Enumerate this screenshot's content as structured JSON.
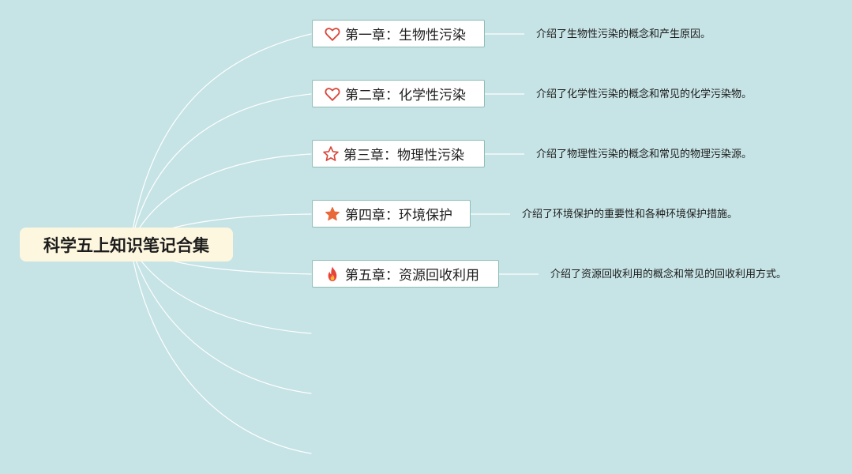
{
  "root": {
    "title": "科学五上知识笔记合集"
  },
  "chapters": [
    {
      "icon": "heart-outline-icon",
      "label": "第一章：生物性污染",
      "description": "介绍了生物性污染的概念和产生原因。"
    },
    {
      "icon": "heart-outline-icon",
      "label": "第二章：化学性污染",
      "description": "介绍了化学性污染的概念和常见的化学污染物。"
    },
    {
      "icon": "star-outline-icon",
      "label": "第三章：物理性污染",
      "description": "介绍了物理性污染的概念和常见的物理污染源。"
    },
    {
      "icon": "star-filled-icon",
      "label": "第四章：环境保护",
      "description": "介绍了环境保护的重要性和各种环境保护措施。"
    },
    {
      "icon": "fire-icon",
      "label": "第五章：资源回收利用",
      "description": "介绍了资源回收利用的概念和常见的回收利用方式。"
    }
  ],
  "colors": {
    "background": "#c6e3e5",
    "root_fill": "#fdf7df",
    "chapter_border": "#8dbdb6",
    "connector": "#ffffff",
    "icon_red": "#d9473b",
    "icon_orange": "#e8683a"
  }
}
